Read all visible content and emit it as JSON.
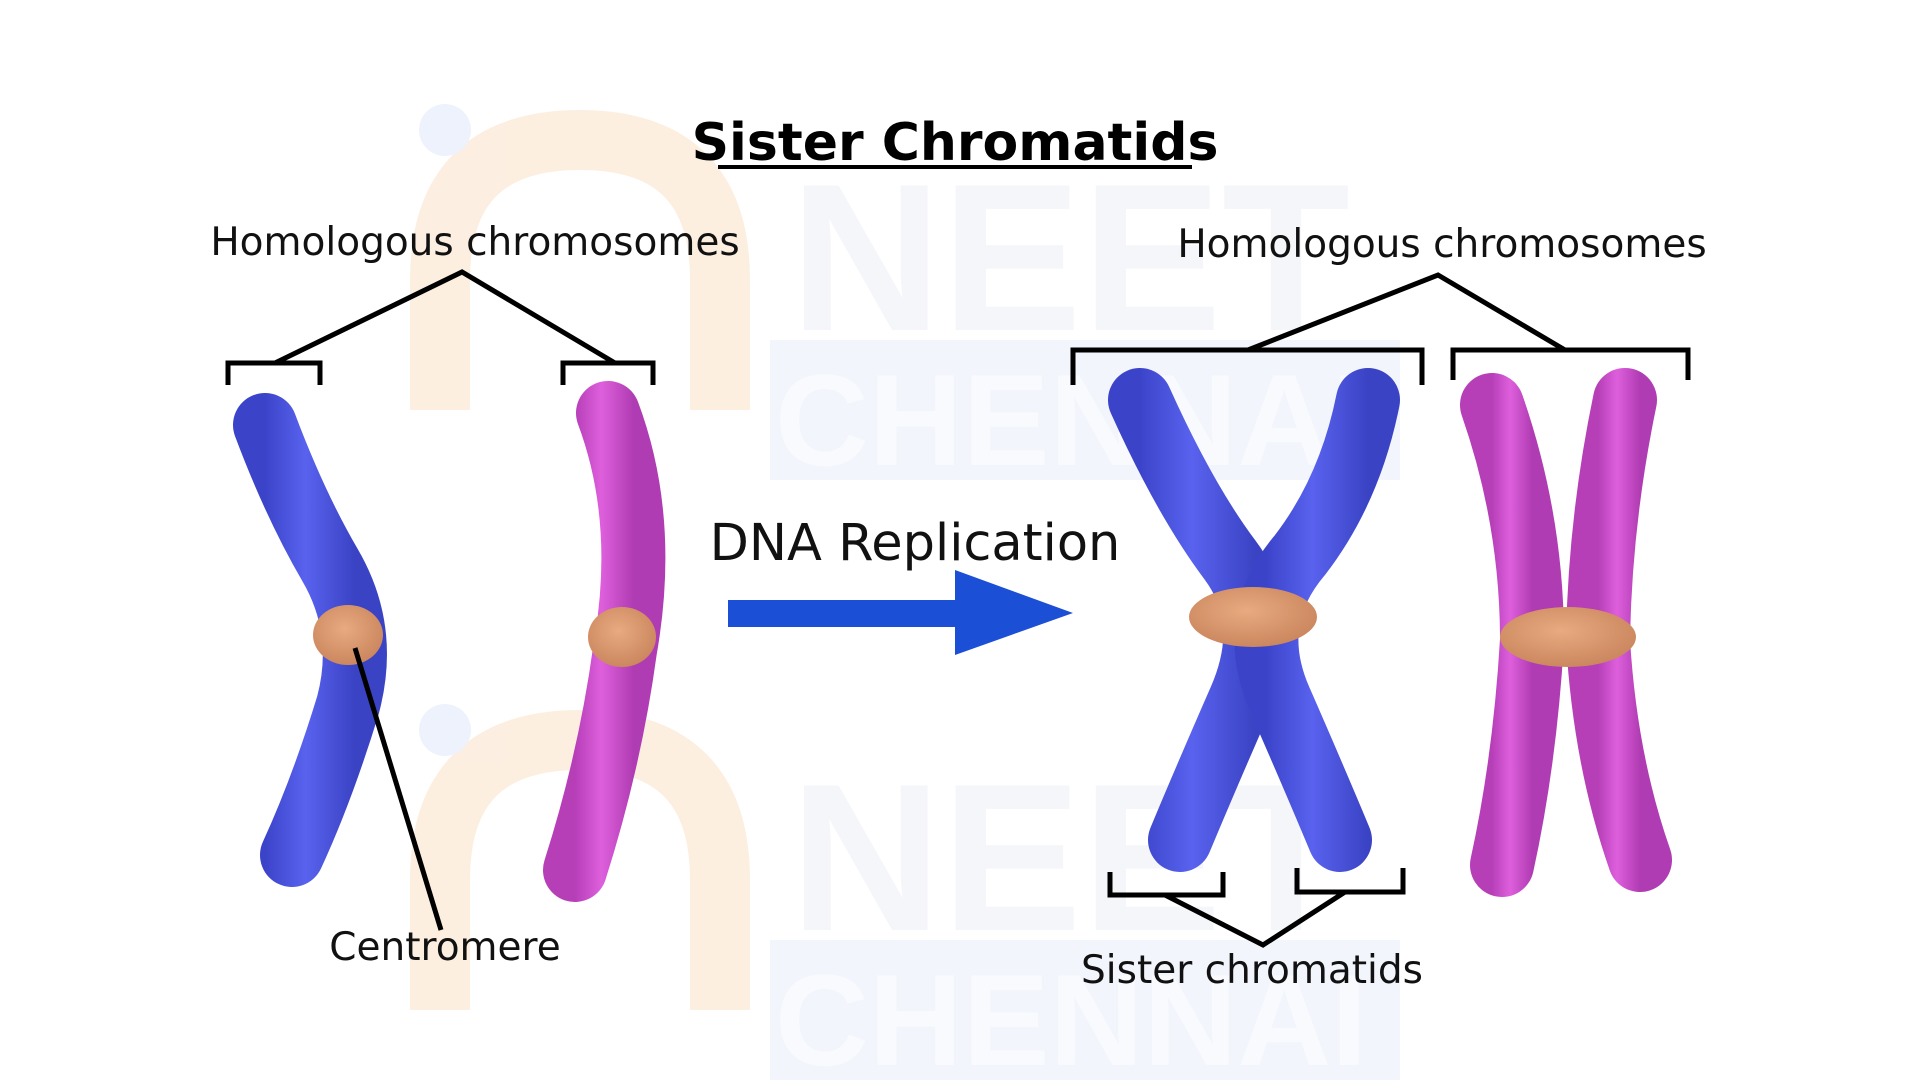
{
  "title": "Sister Chromatids",
  "labels": {
    "homologous_left": "Homologous chromosomes",
    "homologous_right": "Homologous chromosomes",
    "centromere": "Centromere",
    "dna_replication": "DNA Replication",
    "sister_chromatids": "Sister chromatids"
  },
  "watermark": {
    "line1": "NEET",
    "line2": "CHENNAI"
  },
  "colors": {
    "blue_chromosome": "#4a55e0",
    "magenta_chromosome": "#cc4dcc",
    "centromere": "#d9946a",
    "arrow": "#1a4fd6",
    "watermark_orange": "#fbe9d6",
    "watermark_blue": "#e9eefb"
  }
}
